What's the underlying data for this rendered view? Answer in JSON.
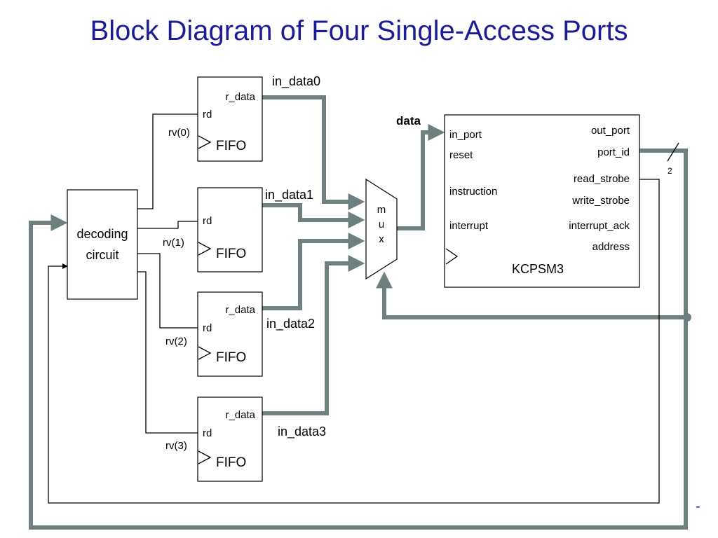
{
  "title": "Block Diagram of Four Single-Access Ports",
  "decoder": {
    "label_line1": "decoding",
    "label_line2": "circuit"
  },
  "fifos": [
    {
      "port_out": "r_data",
      "port_rd": "rd",
      "name": "FIFO",
      "select": "rv(0)",
      "bus": "in_data0"
    },
    {
      "port_out": "",
      "port_rd": "rd",
      "name": "FIFO",
      "select": "rv(1)",
      "bus": "in_data1"
    },
    {
      "port_out": "r_data",
      "port_rd": "rd",
      "name": "FIFO",
      "select": "rv(2)",
      "bus": "in_data2"
    },
    {
      "port_out": "r_data",
      "port_rd": "rd",
      "name": "FIFO",
      "select": "rv(3)",
      "bus": "in_data3"
    }
  ],
  "mux": {
    "l1": "m",
    "l2": "u",
    "l3": "x"
  },
  "data_label": "data",
  "cpu": {
    "name": "KCPSM3",
    "inputs": [
      "in_port",
      "reset",
      "instruction",
      "interrupt"
    ],
    "outputs": [
      "out_port",
      "port_id",
      "read_strobe",
      "write_strobe",
      "interrupt_ack",
      "address"
    ]
  },
  "bus_width": "2",
  "corner_mark": "-",
  "colors": {
    "title": "#1c1c96",
    "bus": "#6e7f80"
  }
}
